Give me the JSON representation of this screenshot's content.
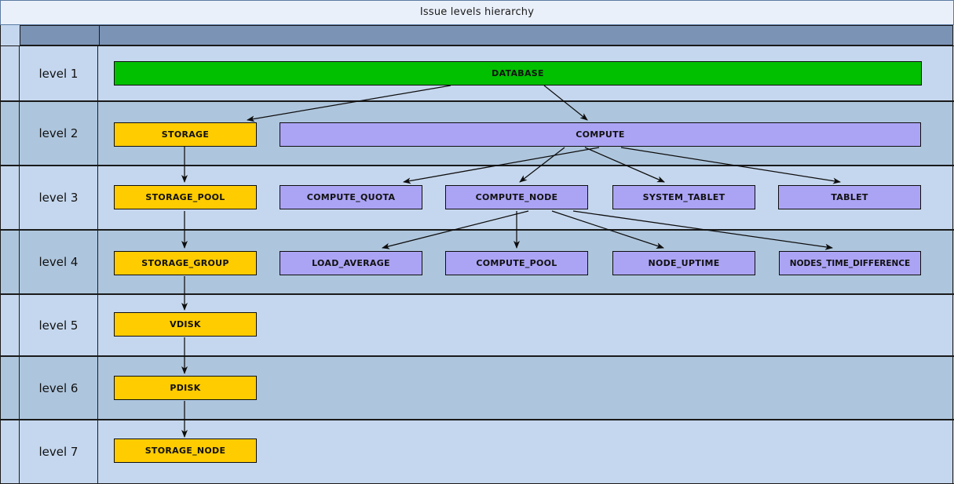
{
  "title": "Issue levels hierarchy",
  "colors": {
    "title_band": "#eaf0fa",
    "header_band": "#7b93b5",
    "row_light": "#c5d7ee",
    "row_dark": "#aec6dd",
    "node_green": "#00c000",
    "node_yellow": "#ffcc00",
    "node_purple": "#aba4f5",
    "border": "#0d0d0d"
  },
  "levels": [
    {
      "label": "level 1"
    },
    {
      "label": "level 2"
    },
    {
      "label": "level 3"
    },
    {
      "label": "level 4"
    },
    {
      "label": "level 5"
    },
    {
      "label": "level 6"
    },
    {
      "label": "level 7"
    }
  ],
  "nodes": {
    "database": "DATABASE",
    "storage": "STORAGE",
    "compute": "COMPUTE",
    "storage_pool": "STORAGE_POOL",
    "compute_quota": "COMPUTE_QUOTA",
    "compute_node": "COMPUTE_NODE",
    "system_tablet": "SYSTEM_TABLET",
    "tablet": "TABLET",
    "storage_group": "STORAGE_GROUP",
    "load_average": "LOAD_AVERAGE",
    "compute_pool": "COMPUTE_POOL",
    "node_uptime": "NODE_UPTIME",
    "nodes_time_difference": "NODES_TIME_DIFFERENCE",
    "vdisk": "VDISK",
    "pdisk": "PDISK",
    "storage_node": "STORAGE_NODE"
  },
  "edges": [
    {
      "from": "DATABASE",
      "to": "STORAGE"
    },
    {
      "from": "DATABASE",
      "to": "COMPUTE"
    },
    {
      "from": "STORAGE",
      "to": "STORAGE_POOL"
    },
    {
      "from": "COMPUTE",
      "to": "COMPUTE_QUOTA"
    },
    {
      "from": "COMPUTE",
      "to": "COMPUTE_NODE"
    },
    {
      "from": "COMPUTE",
      "to": "SYSTEM_TABLET"
    },
    {
      "from": "COMPUTE",
      "to": "TABLET"
    },
    {
      "from": "STORAGE_POOL",
      "to": "STORAGE_GROUP"
    },
    {
      "from": "COMPUTE_NODE",
      "to": "LOAD_AVERAGE"
    },
    {
      "from": "COMPUTE_NODE",
      "to": "COMPUTE_POOL"
    },
    {
      "from": "COMPUTE_NODE",
      "to": "NODE_UPTIME"
    },
    {
      "from": "COMPUTE_NODE",
      "to": "NODES_TIME_DIFFERENCE"
    },
    {
      "from": "STORAGE_GROUP",
      "to": "VDISK"
    },
    {
      "from": "VDISK",
      "to": "PDISK"
    },
    {
      "from": "PDISK",
      "to": "STORAGE_NODE"
    }
  ]
}
